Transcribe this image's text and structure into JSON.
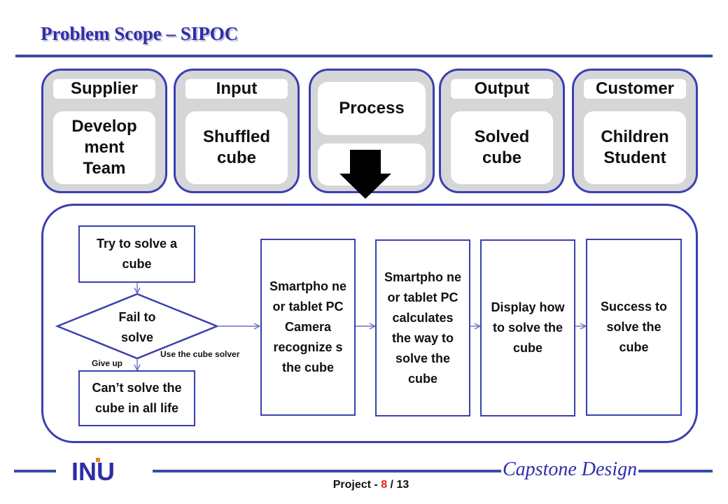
{
  "title": "Problem Scope – SIPOC",
  "sipoc": {
    "supplier": {
      "head": "Supplier",
      "body": "Develop ment Team"
    },
    "input": {
      "head": "Input",
      "body": "Shuffled cube"
    },
    "process": {
      "head": "Process"
    },
    "output": {
      "head": "Output",
      "body": "Solved cube"
    },
    "customer": {
      "head": "Customer",
      "body": "Children Student"
    }
  },
  "flow": {
    "try_solve": "Try to solve a cube",
    "fail": "Fail to solve",
    "cant_solve": "Can’t solve the cube in all life",
    "give_up": "Give up",
    "use_solver": "Use the cube solver",
    "camera": "Smartpho ne or tablet PC Camera recognize s the cube",
    "calculate": "Smartpho ne or tablet PC calculates the way to solve the cube",
    "display": "Display how to solve the cube",
    "success": "Success to solve the cube"
  },
  "footer": {
    "project_label": "Project - ",
    "page_current": "8",
    "page_sep": " / ",
    "page_total": "13",
    "brand": "Capstone Design",
    "logo_text": "INU"
  },
  "colors": {
    "accent": "#3b3fb0",
    "title": "#2e2ea8",
    "page_current": "#e02020",
    "arrow": "#000000"
  }
}
